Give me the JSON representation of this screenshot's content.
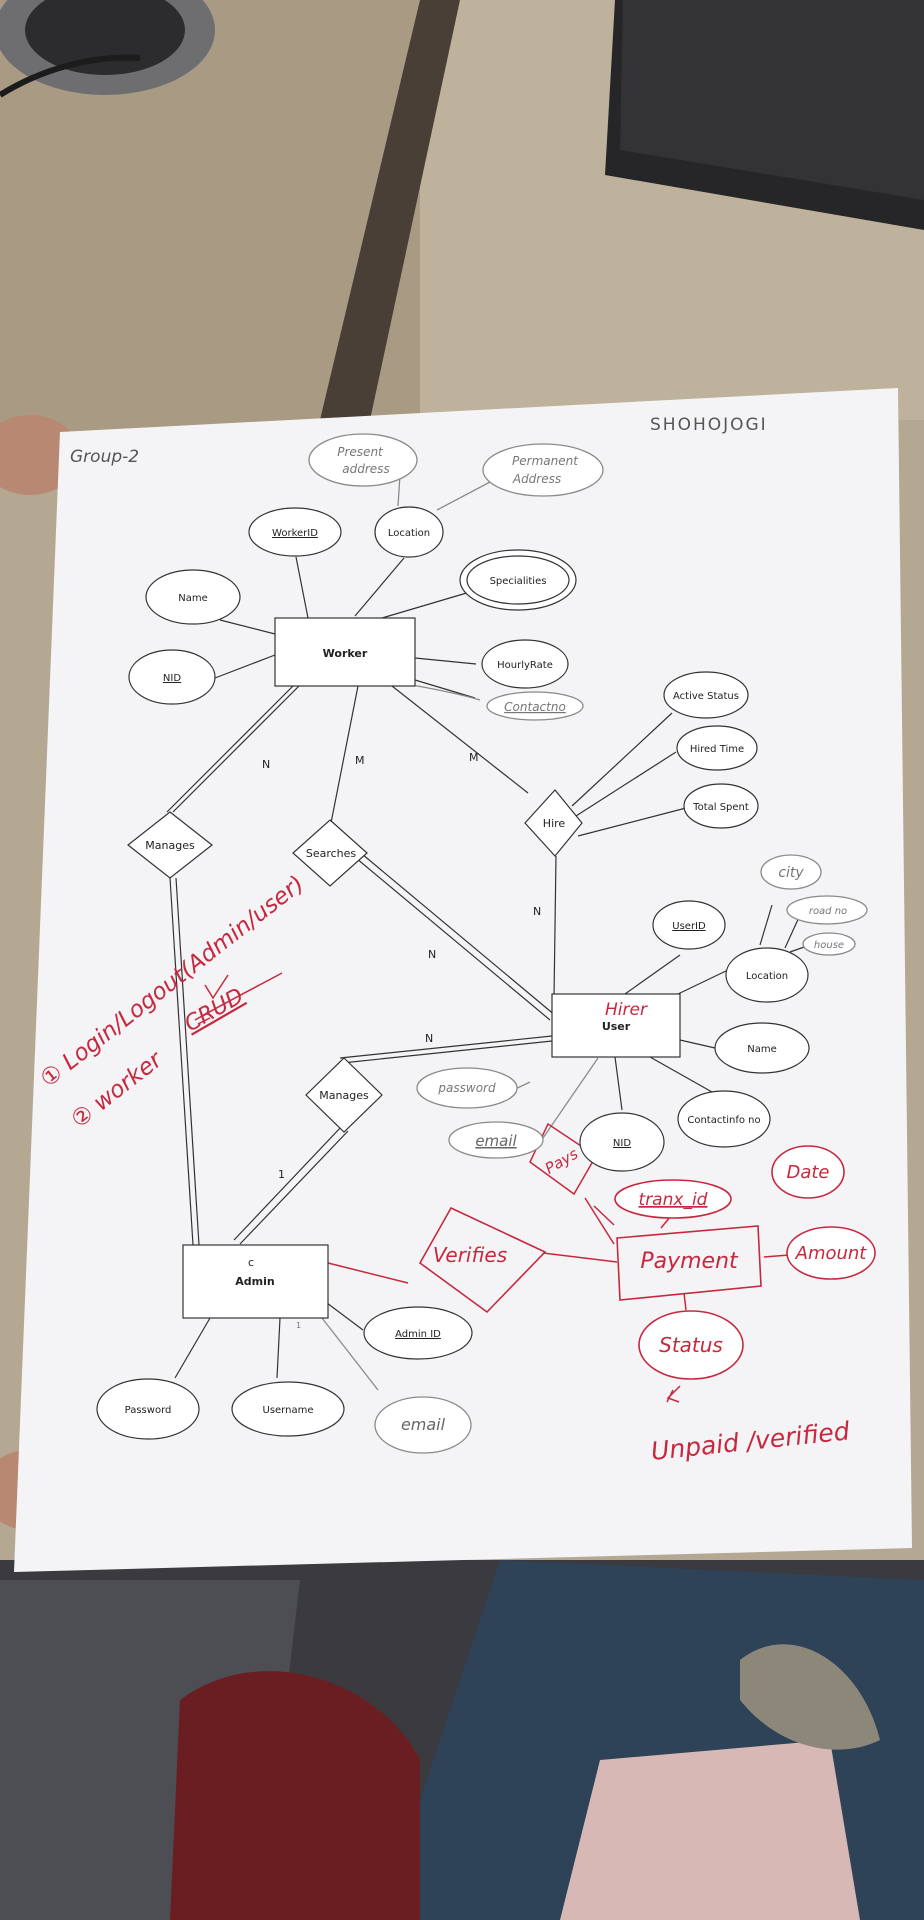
{
  "header": {
    "group_label": "Group-2",
    "project_title": "SHOHOJOGI"
  },
  "entities": {
    "worker": "Worker",
    "user": "User",
    "user_overwrite": "Hirer",
    "admin": "Admin",
    "admin_mark": "c",
    "payment": "Payment"
  },
  "relationships": {
    "manages_worker": "Manages",
    "searches": "Searches",
    "hire": "Hire",
    "manages_user": "Manages",
    "verifies": "Verifies",
    "pays": "Pays"
  },
  "attributes": {
    "worker": {
      "present_address": [
        "Present",
        "address"
      ],
      "permanent_address": [
        "Permanent",
        "Address"
      ],
      "worker_id": "WorkerID",
      "location": "Location",
      "name": "Name",
      "specialities": "Specialities",
      "nid": "NID",
      "hourly_rate": "HourlyRate",
      "contact_no": "Contactno"
    },
    "hire": {
      "active_status": "Active Status",
      "hired_time": "Hired Time",
      "total_spent": "Total Spent"
    },
    "user": {
      "city": "city",
      "road_no": "road no",
      "house": "house",
      "user_id": "UserID",
      "location": "Location",
      "name": "Name",
      "password": "password",
      "email": "email",
      "nid": "NID",
      "contact_no": "Contactinfo no"
    },
    "admin": {
      "admin_id": "Admin ID",
      "password": "Password",
      "username": "Username",
      "email": "email"
    },
    "payment": {
      "tranx_id": "tranx_id",
      "date": "Date",
      "amount": "Amount",
      "status": "Status",
      "status_values": "Unpaid /verified"
    }
  },
  "cardinalities": {
    "worker_manages": "N",
    "worker_searches": "M",
    "worker_hire": "M",
    "user_hire": "N",
    "user_searches": "N",
    "user_manages": "N",
    "admin_manages": "1",
    "admin_mark_small": "1"
  },
  "notes": {
    "login_line": "① Login/Logout(Admin/user)",
    "worker_line": "② worker",
    "crud": "CRUD"
  },
  "colors": {
    "paper": "#f4f4f6",
    "ink": "#2a2a2a",
    "pencil": "#7c7c7c",
    "red_pen": "#c8283e",
    "desk": "#b9ab96"
  }
}
